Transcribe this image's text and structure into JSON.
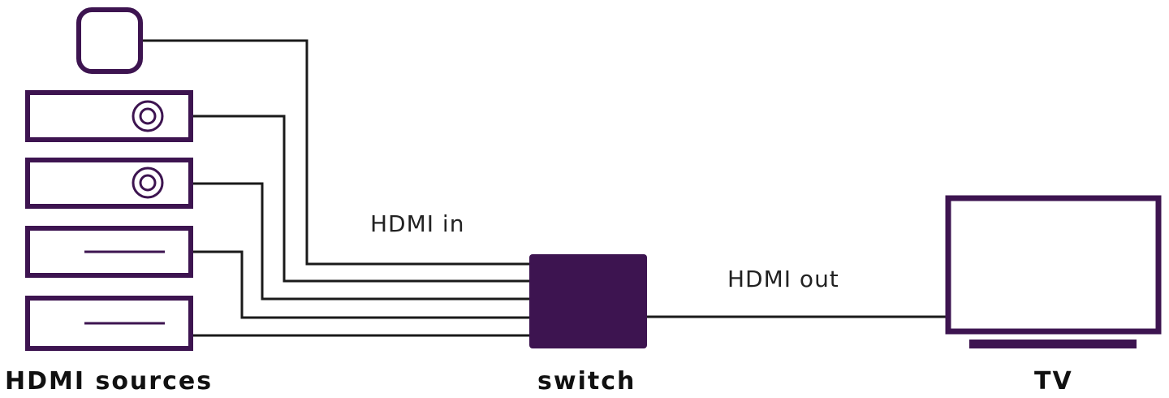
{
  "labels": {
    "hdmi_in": "HDMI in",
    "hdmi_out": "HDMI out",
    "sources": "HDMI sources",
    "switch": "switch",
    "tv": "TV"
  },
  "colors": {
    "device": "#3d1450",
    "wire": "#1a1a1a",
    "text": "#111111",
    "background": "#ffffff"
  },
  "icons": [
    "streaming-stick-icon",
    "disc-player-icon",
    "disc-player-icon",
    "set-top-box-icon",
    "set-top-box-icon",
    "switch-box-icon",
    "tv-icon"
  ]
}
